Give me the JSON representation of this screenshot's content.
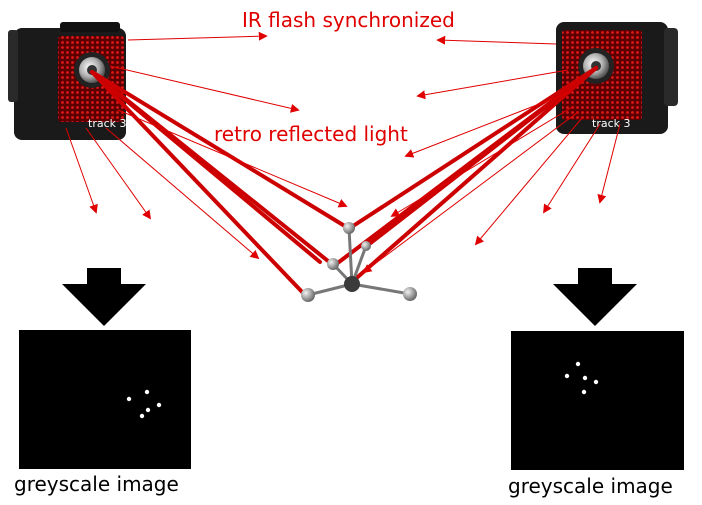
{
  "labels": {
    "flash": "IR flash synchronized",
    "reflected": "retro reflected light",
    "left_caption": "greyscale image",
    "right_caption": "greyscale image"
  },
  "cameras": {
    "left_brand": "track 3",
    "right_brand": "track 3"
  },
  "colors": {
    "accent": "#e00000",
    "ray": "#cc0000",
    "camera_body": "#1e1e1e",
    "screen": "#000000"
  }
}
